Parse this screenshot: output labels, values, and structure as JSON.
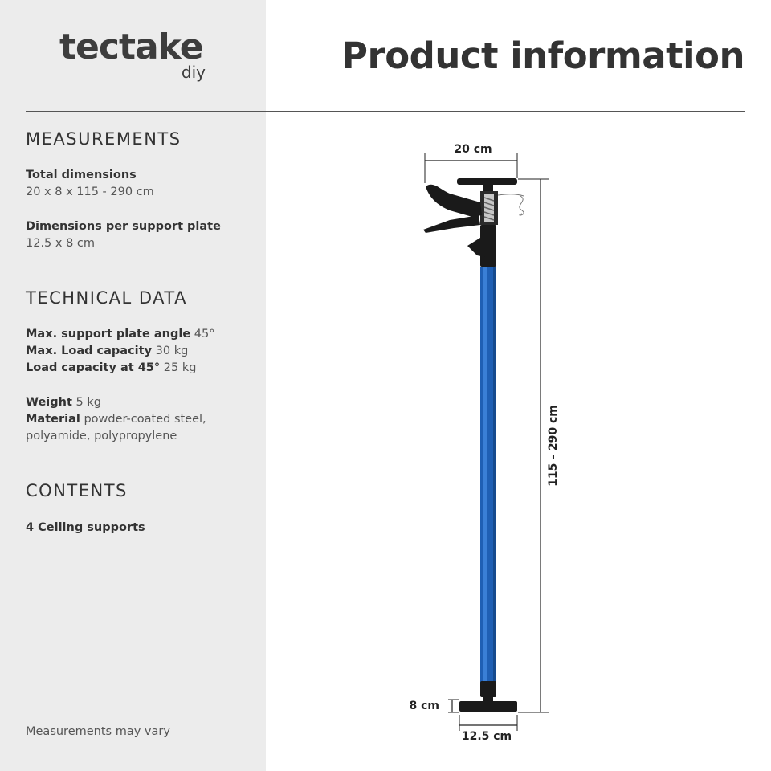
{
  "brand": {
    "name": "tectake",
    "sub": "diy"
  },
  "header": {
    "title": "Product information"
  },
  "measurements": {
    "title": "MEASUREMENTS",
    "total_label": "Total dimensions",
    "total_value": "20 x 8 x 115 - 290 cm",
    "plate_label": "Dimensions per support plate",
    "plate_value": "12.5 x 8 cm"
  },
  "technical": {
    "title": "TECHNICAL DATA",
    "angle_label": "Max. support plate angle",
    "angle_value": "45°",
    "load_label": "Max. Load capacity",
    "load_value": "30 kg",
    "load45_label": "Load capacity at 45°",
    "load45_value": "25 kg",
    "weight_label": "Weight",
    "weight_value": "5 kg",
    "material_label": "Material",
    "material_value_1": "powder-coated steel,",
    "material_value_2": "polyamide, polypropylene"
  },
  "contents": {
    "title": "CONTENTS",
    "item": "4 Ceiling supports"
  },
  "footer_note": "Measurements may vary",
  "diagram": {
    "width_label": "20 cm",
    "height_label": "115 - 290 cm",
    "base_height_label": "8 cm",
    "base_width_label": "12.5 cm",
    "pole_color": "#1f5fb4",
    "dark_color": "#1a1a1a"
  }
}
